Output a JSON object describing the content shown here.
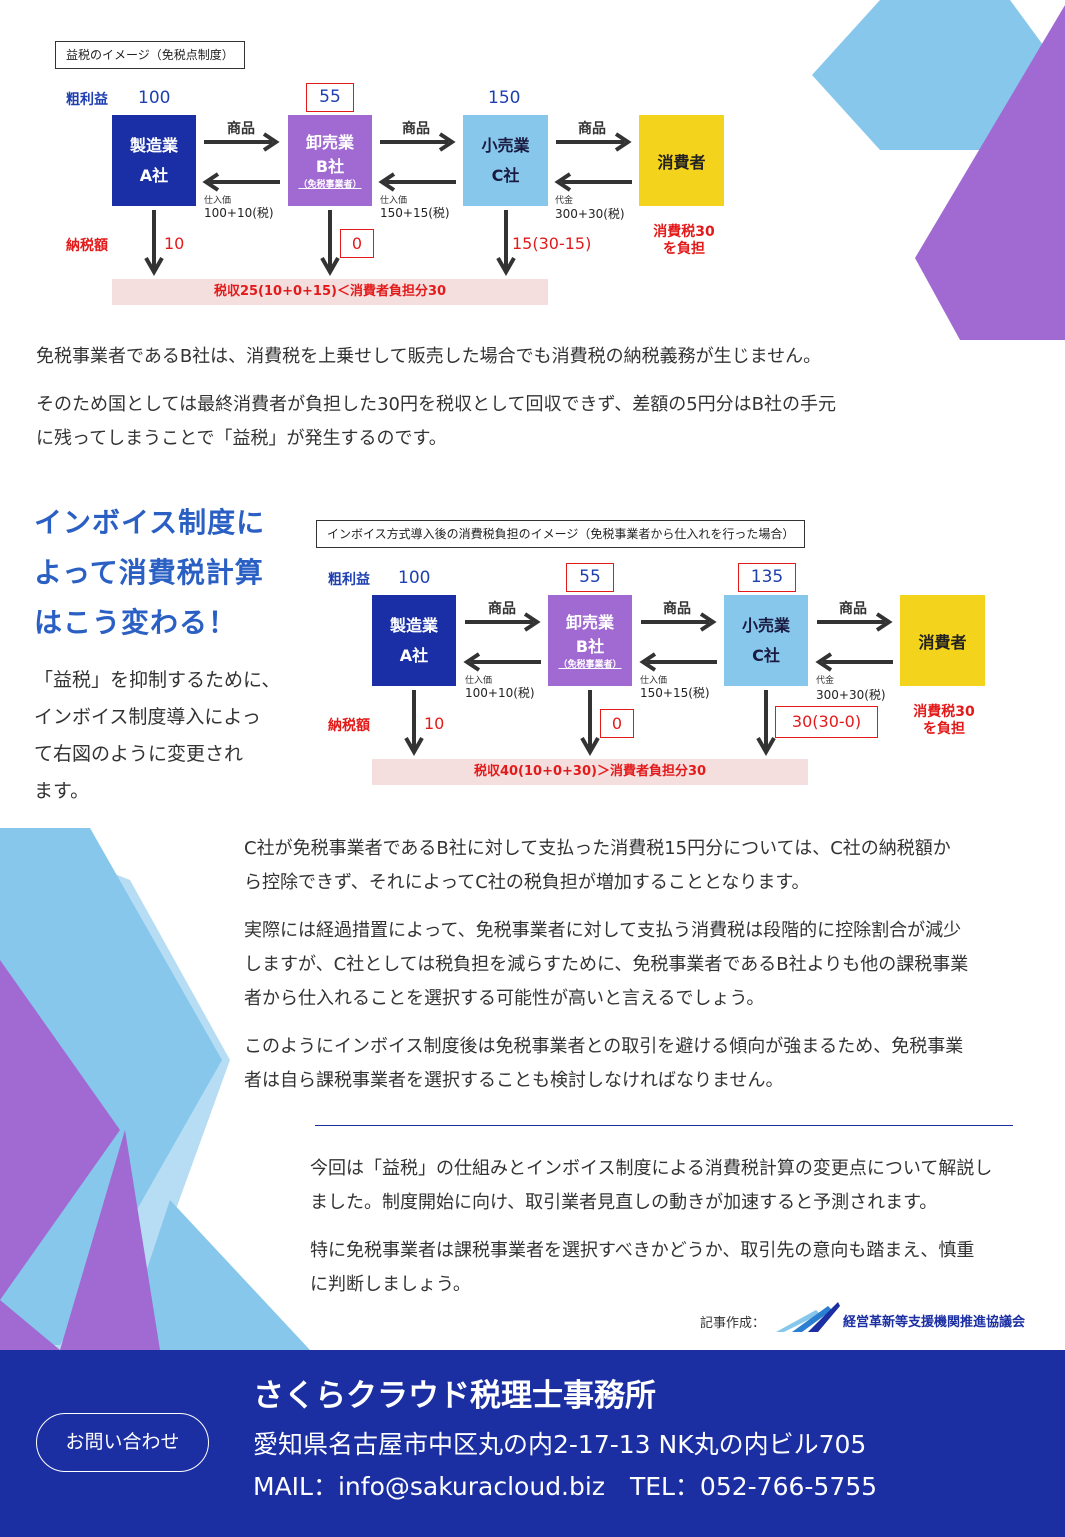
{
  "colors": {
    "dark_blue": "#1a2fa6",
    "purple": "#a06ad2",
    "light_blue": "#87c7ec",
    "yellow": "#f4d31c",
    "red": "#e31a1a",
    "footer_blue": "#1b2fa3"
  },
  "diagram1": {
    "caption": "益税のイメージ（免税点制度）",
    "gross_profit_label": "粗利益",
    "gross_profit": [
      "100",
      "55",
      "150"
    ],
    "boxes": [
      {
        "line1": "製造業",
        "line2": "A社"
      },
      {
        "line1": "卸売業",
        "line2": "B社",
        "note": "（免税事業者）"
      },
      {
        "line1": "小売業",
        "line2": "C社"
      },
      {
        "line1": "消費者"
      }
    ],
    "goods": [
      "商品",
      "商品",
      "商品"
    ],
    "purchase_small": [
      "仕入価",
      "仕入価",
      "代金"
    ],
    "purchase_amounts": [
      "100+10(税)",
      "150+15(税)",
      "300+30(税)"
    ],
    "tax_label": "納税額",
    "tax_values": [
      "10",
      "0",
      "15(30-15)"
    ],
    "consumer_tax": [
      "消費税30",
      "を負担"
    ],
    "banner": "税収25(10+0+15)＜消費者負担分30"
  },
  "para1": [
    "免税事業者であるB社は、消費税を上乗せして販売した場合でも消費税の納税義務が生じません。",
    "そのため国としては最終消費者が負担した30円を税収として回収できず、差額の5円分はB社の手元",
    "に残ってしまうことで「益税」が発生するのです。"
  ],
  "heading": [
    "インボイス制度に",
    "よって消費税計算",
    "はこう変わる！"
  ],
  "side_text": [
    "「益税」を抑制するために、",
    "インボイス制度導入によっ",
    "て右図のように変更され",
    "ます。"
  ],
  "diagram2": {
    "caption": "インボイス方式導入後の消費税負担のイメージ（免税事業者から仕入れを行った場合）",
    "gross_profit_label": "粗利益",
    "gross_profit": [
      "100",
      "55",
      "135"
    ],
    "boxes": [
      {
        "line1": "製造業",
        "line2": "A社"
      },
      {
        "line1": "卸売業",
        "line2": "B社",
        "note": "（免税事業者）"
      },
      {
        "line1": "小売業",
        "line2": "C社"
      },
      {
        "line1": "消費者"
      }
    ],
    "goods": [
      "商品",
      "商品",
      "商品"
    ],
    "purchase_small": [
      "仕入価",
      "仕入価",
      "代金"
    ],
    "purchase_amounts": [
      "100+10(税)",
      "150+15(税)",
      "300+30(税)"
    ],
    "tax_label": "納税額",
    "tax_values": [
      "10",
      "0",
      "30(30-0)"
    ],
    "consumer_tax": [
      "消費税30",
      "を負担"
    ],
    "banner": "税収40(10+0+30)＞消費者負担分30"
  },
  "para2": [
    "C社が免税事業者であるB社に対して支払った消費税15円分については、C社の納税額か",
    "ら控除できず、それによってC社の税負担が増加することとなります。",
    "実際には経過措置によって、免税事業者に対して支払う消費税は段階的に控除割合が減少",
    "しますが、C社としては税負担を減らすために、免税事業者であるB社よりも他の課税事業",
    "者から仕入れることを選択する可能性が高いと言えるでしょう。",
    "このようにインボイス制度後は免税事業者との取引を避ける傾向が強まるため、免税事業",
    "者は自ら課税事業者を選択することも検討しなければなりません。"
  ],
  "para3": [
    "今回は「益税」の仕組みとインボイス制度による消費税計算の変更点について解説し",
    "ました。制度開始に向け、取引業者見直しの動きが加速すると予測されます。",
    "特に免税事業者は課税事業者を選択すべきかどうか、取引先の意向も踏まえ、慎重",
    "に判断しましょう。"
  ],
  "credit": {
    "label": "記事作成：",
    "org": "経営革新等支援機関推進協議会"
  },
  "footer": {
    "contact": "お問い合わせ",
    "office": "さくらクラウド税理士事務所",
    "address": "愛知県名古屋市中区丸の内2-17-13 NK丸の内ビル705",
    "contact_line": "MAIL：info@sakuracloud.biz　TEL：052-766-5755"
  }
}
